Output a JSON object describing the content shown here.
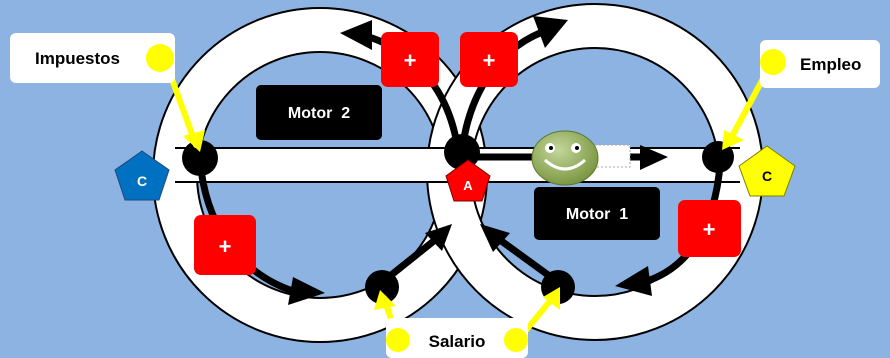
{
  "colors": {
    "background": "#8db3e2",
    "plus_box": "#ff0000",
    "callout": "#ffff00",
    "node": "#000000",
    "pentagon_blue": "#0070c0",
    "pentagon_yellow": "#ffff00",
    "pentagon_red": "#ff0000",
    "smiley": "#9bbb59"
  },
  "labels": {
    "impuestos": "Impuestos",
    "empleo": "Empleo",
    "salario": "Salario",
    "motor_2": "Motor  2",
    "motor_1": "Motor  1"
  },
  "signs": {
    "plus_top_left": "+",
    "plus_top_right": "+",
    "plus_bottom_left": "+",
    "plus_bottom_right": "+"
  },
  "badges": {
    "pentagon_left": "C",
    "pentagon_right": "C",
    "pentagon_center": "A"
  },
  "icons": {
    "smiley": "smiley-face-icon"
  }
}
